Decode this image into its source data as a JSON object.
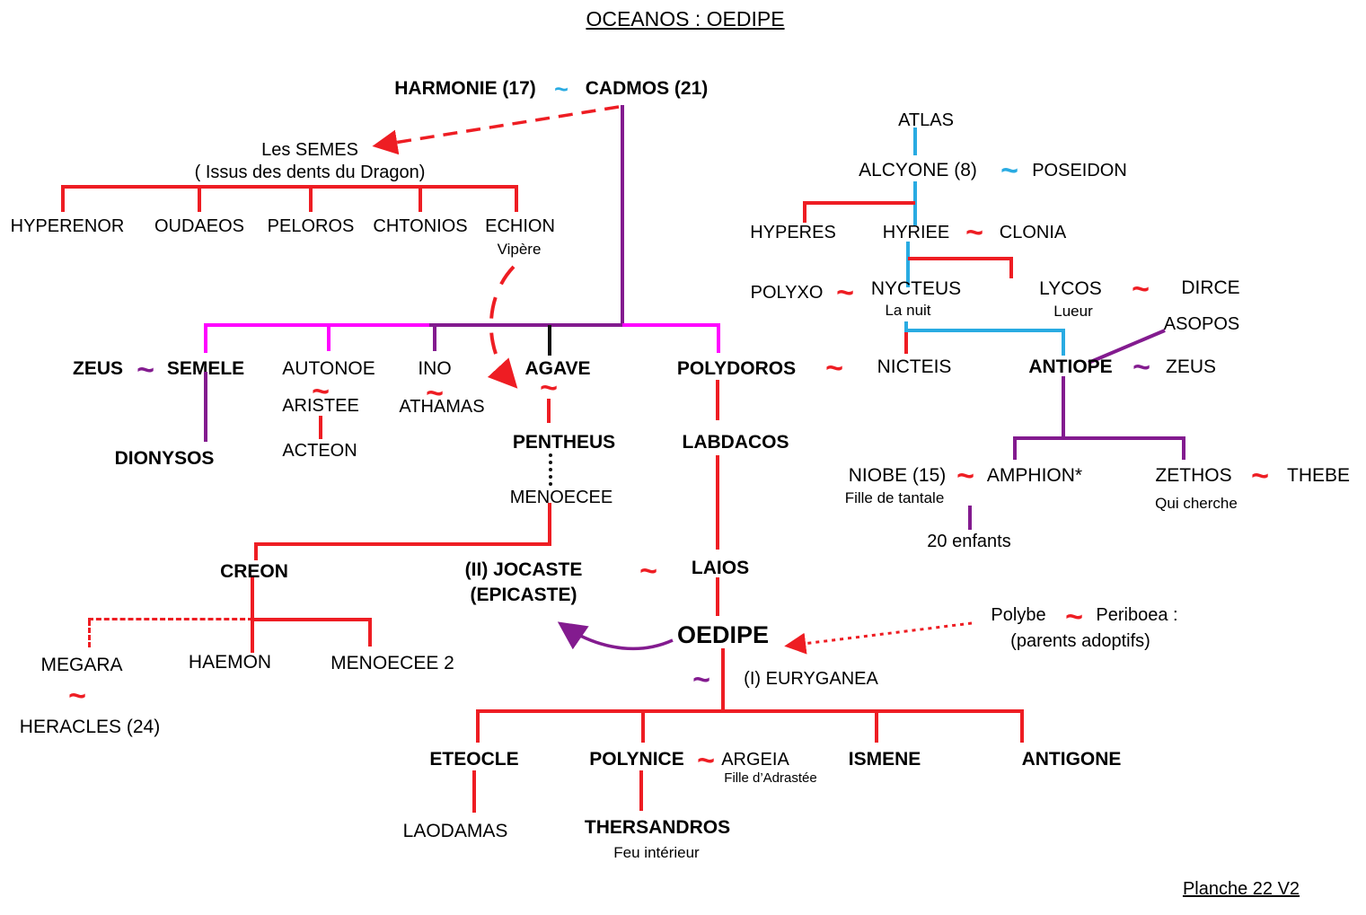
{
  "title": "OCEANOS : OEDIPE",
  "footer": "Planche 22 V2",
  "symbols": {
    "tilde": "~"
  },
  "colors": {
    "red": "#EE1D23",
    "blue": "#29ABE2",
    "purple": "#831B8F",
    "magenta": "#FF00FF",
    "black": "#000000"
  },
  "cadmos_family": {
    "harmonie": "HARMONIE (17)",
    "cadmos": "CADMOS (21)"
  },
  "semes": {
    "label": "Les SEMES",
    "note": "( Issus des dents du Dragon)",
    "children": {
      "hyperenor": "HYPERENOR",
      "oudaeos": "OUDAEOS",
      "peloros": "PELOROS",
      "chtonios": "CHTONIOS",
      "echion": "ECHION",
      "echion_note": "Vipère"
    }
  },
  "cadmos_children": {
    "zeus": "ZEUS",
    "semele": "SEMELE",
    "autonoe": "AUTONOE",
    "ino": "INO",
    "agave": "AGAVE",
    "polydoros": "POLYDOROS",
    "dionysos": "DIONYSOS",
    "aristee": "ARISTEE",
    "acteon": "ACTEON",
    "athamas": "ATHAMAS",
    "pentheus": "PENTHEUS",
    "menoecee": "MENOECEE"
  },
  "atlas_line": {
    "atlas": "ATLAS",
    "alcyone": "ALCYONE (8)",
    "poseidon": "POSEIDON",
    "hyperes": "HYPERES",
    "hyriee": "HYRIEE",
    "clonia": "CLONIA",
    "polyxo": "POLYXO",
    "nycteus": "NYCTEUS",
    "nycteus_note": "La nuit",
    "lycos": "LYCOS",
    "lycos_note": "Lueur",
    "dirce": "DIRCE",
    "nicteis": "NICTEIS",
    "antiope": "ANTIOPE",
    "zeus": "ZEUS",
    "asopos": "ASOPOS",
    "niobe": "NIOBE (15)",
    "niobe_note": "Fille de tantale",
    "amphion": "AMPHION*",
    "enfants": "20 enfants",
    "zethos": "ZETHOS",
    "thebe": "THEBE",
    "zethos_note": "Qui cherche"
  },
  "labdacos_line": {
    "labdacos": "LABDACOS",
    "laios": "LAIOS",
    "creon": "CREON",
    "jocaste": "(II) JOCASTE",
    "jocaste_alias": "(EPICASTE)",
    "megara": "MEGARA",
    "heracles": "HERACLES (24)",
    "haemon": "HAEMON",
    "menoecee2": "MENOECEE 2",
    "oedipe": "OEDIPE",
    "euryganea": "(I) EURYGANEA",
    "polybe": "Polybe",
    "periboea": "Periboea :",
    "adoptifs": "(parents adoptifs)"
  },
  "oedipe_children": {
    "eteocle": "ETEOCLE",
    "polynice": "POLYNICE",
    "argeia": "ARGEIA",
    "argeia_note": "Fille d’Adrastée",
    "ismene": "ISMENE",
    "antigone": "ANTIGONE",
    "laodamas": "LAODAMAS",
    "thersandros": "THERSANDROS",
    "thersandros_note": "Feu intérieur"
  }
}
